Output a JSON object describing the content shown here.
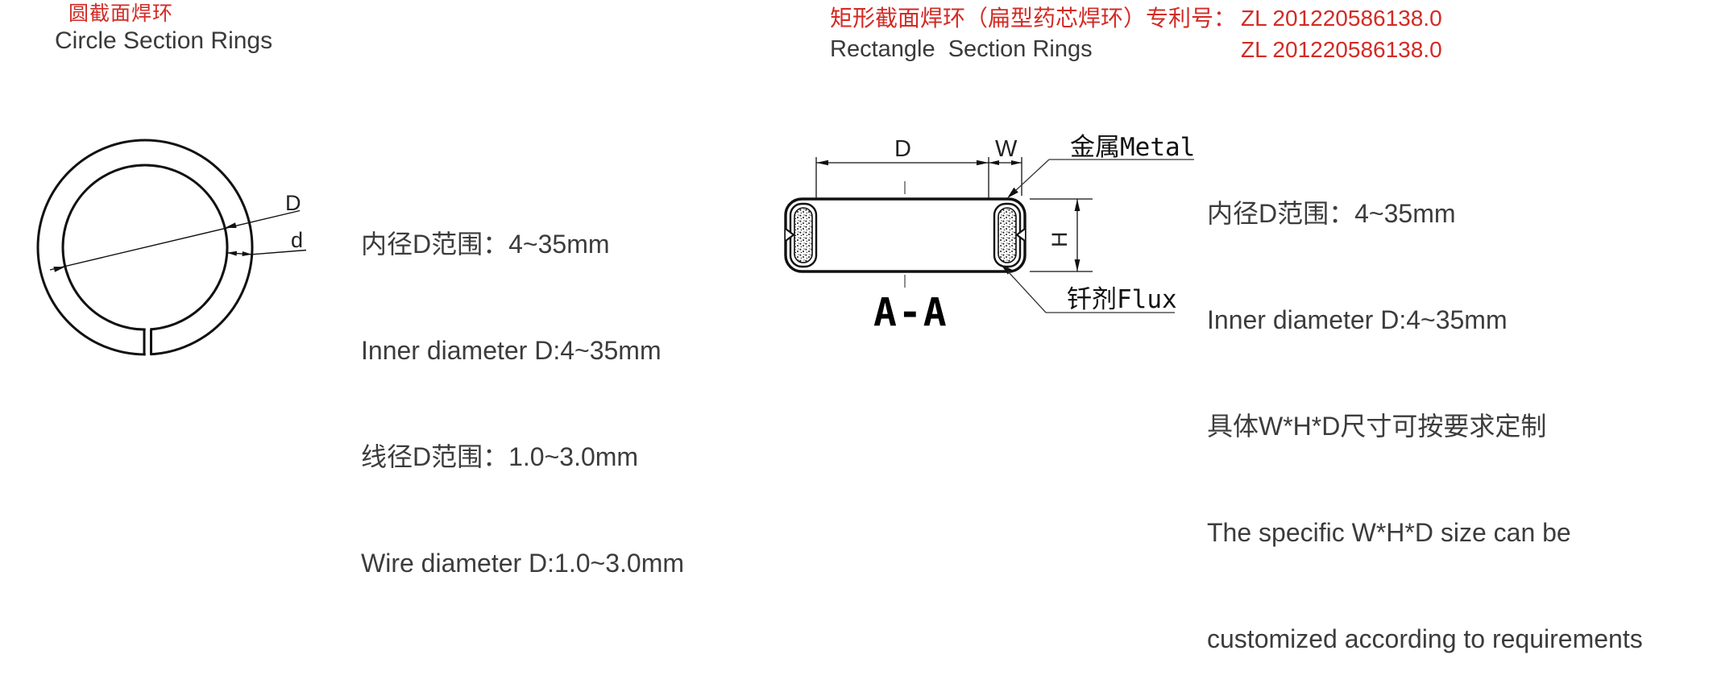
{
  "colors": {
    "accent_red": "#d22b25",
    "text_dark": "#3a3a3a",
    "line_black": "#111111",
    "background": "#ffffff"
  },
  "left_section": {
    "title_cn": "圆截面焊环",
    "title_en": "Circle Section Rings",
    "diagram_labels": {
      "inner_diameter": "D",
      "wire_diameter": "d"
    },
    "specs": [
      "内径D范围：4~35mm",
      "Inner diameter D:4~35mm",
      "线径D范围：1.0~3.0mm",
      "Wire diameter D:1.0~3.0mm"
    ]
  },
  "right_section": {
    "title_cn": "矩形截面焊环（扁型药芯焊环）专利号：",
    "title_en": "Rectangle  Section Rings",
    "patent_no_line1": "ZL 201220586138.0",
    "patent_no_line2": "ZL 201220586138.0",
    "diagram_labels": {
      "inner_diameter": "D",
      "width": "W",
      "height": "H",
      "metal": "金属Metal",
      "flux": "钎剂Flux",
      "section_view": "A-A"
    },
    "specs": [
      "内径D范围：4~35mm",
      "Inner diameter D:4~35mm",
      "具体W*H*D尺寸可按要求定制",
      "The specific W*H*D size can be",
      "customized according to requirements"
    ]
  }
}
